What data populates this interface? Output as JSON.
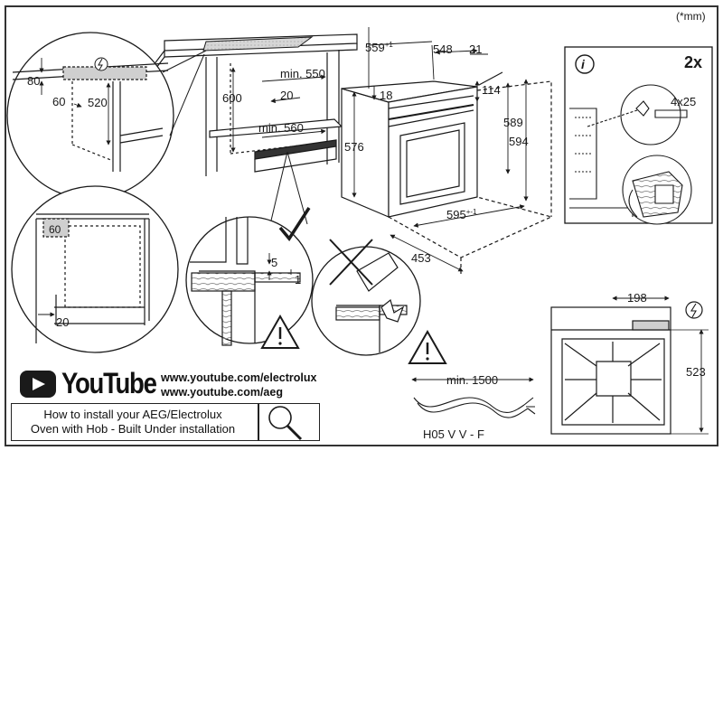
{
  "units_note": "(*mm)",
  "cabinet": {
    "dims": {
      "d80": "80",
      "d60_side": "60",
      "d520": "520",
      "d600": "600",
      "min550": "min. 550",
      "d20_top": "20",
      "min560": "min. 560",
      "d60_box": "60",
      "d20_bottom": "20"
    }
  },
  "oven": {
    "dims": {
      "d559": "559",
      "d559_tol": "+1",
      "d548": "548",
      "d21": "21",
      "d18": "18",
      "d114": "114",
      "d576": "576",
      "d589": "589",
      "d594": "594",
      "d595": "595",
      "d595_tol": "+-1",
      "d453": "453"
    }
  },
  "detail_ok": {
    "d5": "5",
    "d1": "1"
  },
  "info_panel": {
    "count": "2x",
    "screw": "4x25",
    "info_glyph": "i"
  },
  "back_view": {
    "d198": "198",
    "d523": "523"
  },
  "cable": {
    "min_len": "min. 1500",
    "type": "H05 V V - F"
  },
  "video": {
    "logo_word": "YouTube",
    "url1": "www.youtube.com/electrolux",
    "url2": "www.youtube.com/aeg",
    "howto_line1": "How to install your AEG/Electrolux",
    "howto_line2": "Oven with Hob - Built Under installation"
  },
  "colors": {
    "line": "#1a1a1a",
    "youtube_red": "#1a1a1a",
    "shade": "#cfcfcf",
    "hatch": "#8a8a8a"
  }
}
